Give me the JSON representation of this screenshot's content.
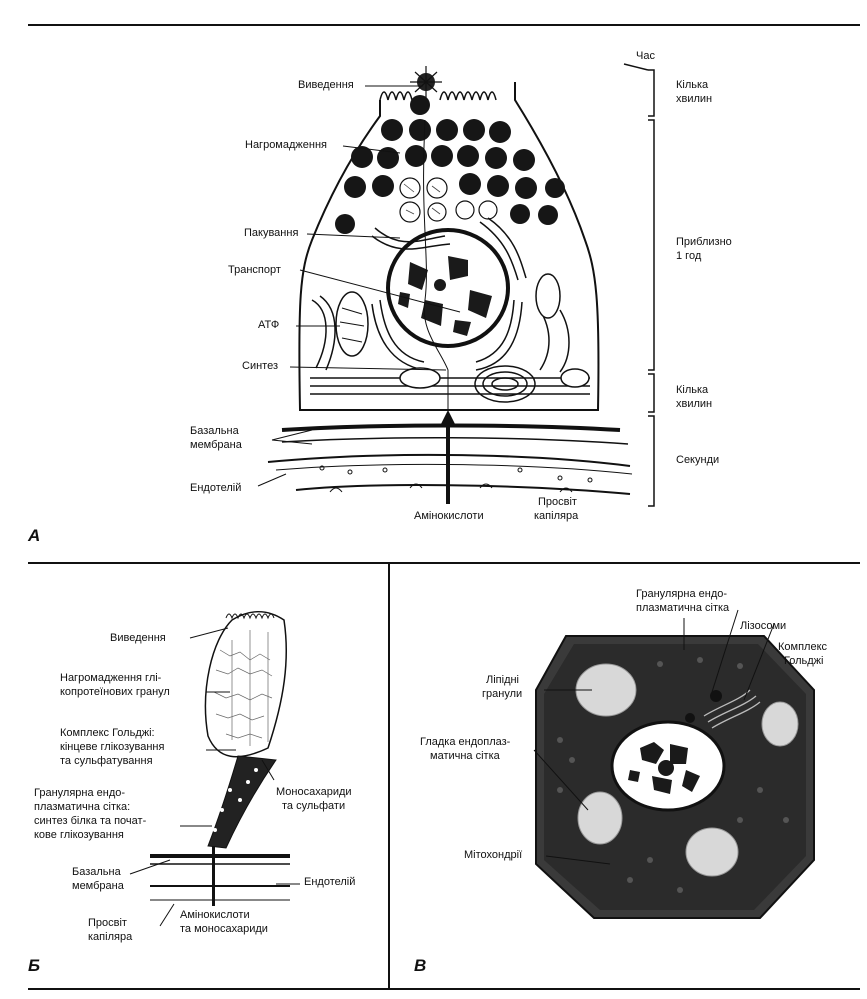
{
  "panel_a": {
    "letter": "А",
    "time_header": "Час",
    "labels": {
      "secretion": "Виведення",
      "accumulation": "Нагромадження",
      "packaging": "Пакування",
      "transport": "Транспорт",
      "atp": "АТФ",
      "synthesis": "Синтез",
      "basal_membrane_1": "Базальна",
      "basal_membrane_2": "мембрана",
      "endothelium": "Ендотелій",
      "amino_acids": "Амінокислоти",
      "capillary_lumen_1": "Просвіт",
      "capillary_lumen_2": "капіляра"
    },
    "time_ranges": [
      {
        "line1": "Кілька",
        "line2": "хвилин"
      },
      {
        "line1": "Приблизно",
        "line2": "1 год"
      },
      {
        "line1": "Кілька",
        "line2": "хвилин"
      },
      {
        "line1": "Секунди",
        "line2": ""
      }
    ]
  },
  "panel_b": {
    "letter": "Б",
    "labels": {
      "secretion": "Виведення",
      "accum_1": "Нагромадження глі-",
      "accum_2": "копротеїнових гранул",
      "golgi_1": "Комплекс Гольджі:",
      "golgi_2": "кінцеве глікозування",
      "golgi_3": "та сульфатування",
      "er_1": "Гранулярна ендо-",
      "er_2": "плазматична сітка:",
      "er_3": "синтез білка та почат-",
      "er_4": "кове глікозування",
      "mono_1": "Моносахариди",
      "mono_2": "та сульфати",
      "basal_1": "Базальна",
      "basal_2": "мембрана",
      "endothelium": "Ендотелій",
      "lumen_1": "Просвіт",
      "lumen_2": "капіляра",
      "amino_1": "Амінокислоти",
      "amino_2": "та моносахариди"
    }
  },
  "panel_c": {
    "letter": "В",
    "labels": {
      "rough_er_1": "Гранулярна ендо-",
      "rough_er_2": "плазматична сітка",
      "lysosomes": "Лізосоми",
      "golgi_1": "Комплекс",
      "golgi_2": "Гольджі",
      "lipid_1": "Ліпідні",
      "lipid_2": "гранули",
      "smooth_er_1": "Гладка ендоплаз-",
      "smooth_er_2": "матична сітка",
      "mitochondria": "Мітохондрії"
    }
  }
}
